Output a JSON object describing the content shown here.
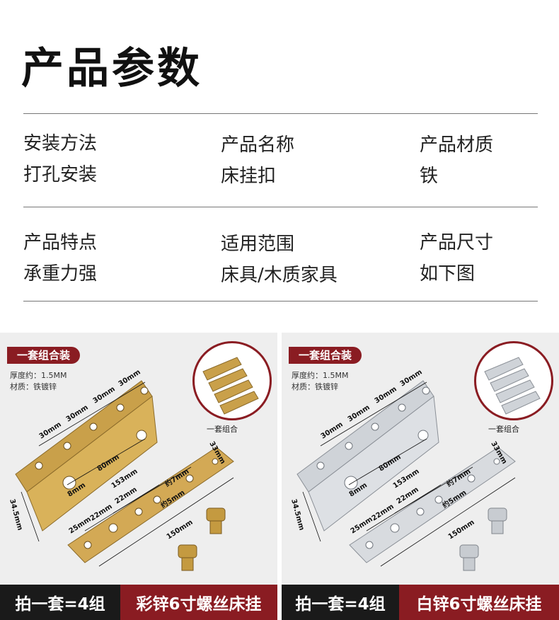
{
  "title": "产品参数",
  "params": [
    {
      "label": "安装方法",
      "value": "打孔安装"
    },
    {
      "label": "产品名称",
      "value": "床挂扣"
    },
    {
      "label": "产品材质",
      "value": "铁"
    },
    {
      "label": "产品特点",
      "value": "承重力强"
    },
    {
      "label": "适用范围",
      "value": "床具/木质家具"
    },
    {
      "label": "产品尺寸",
      "value": "如下图"
    }
  ],
  "panels": [
    {
      "tag": "一套组合装",
      "thickness": "厚度约：1.5MM",
      "material": "材质：铁镀锌",
      "circle_caption": "一套组合",
      "footer_left": "拍一套=4组",
      "footer_right": "彩锌6寸螺丝床挂",
      "finish_color": "#c9a04a"
    },
    {
      "tag": "一套组合装",
      "thickness": "厚度约：1.5MM",
      "material": "材质：铁镀锌",
      "circle_caption": "一套组合",
      "footer_left": "拍一套=4组",
      "footer_right": "白锌6寸螺丝床挂",
      "finish_color": "#cfd3d8"
    }
  ],
  "dims": {
    "d30": "30mm",
    "d80": "80mm",
    "d8": "8mm",
    "d34": "34.5mm",
    "d153": "153mm",
    "d22": "22mm",
    "d25": "25mm",
    "d7": "约7mm",
    "d5": "约5mm",
    "d150": "150mm",
    "d33": "33mm"
  },
  "colors": {
    "brand": "#8a1c22",
    "dark": "#1a1a1a"
  }
}
